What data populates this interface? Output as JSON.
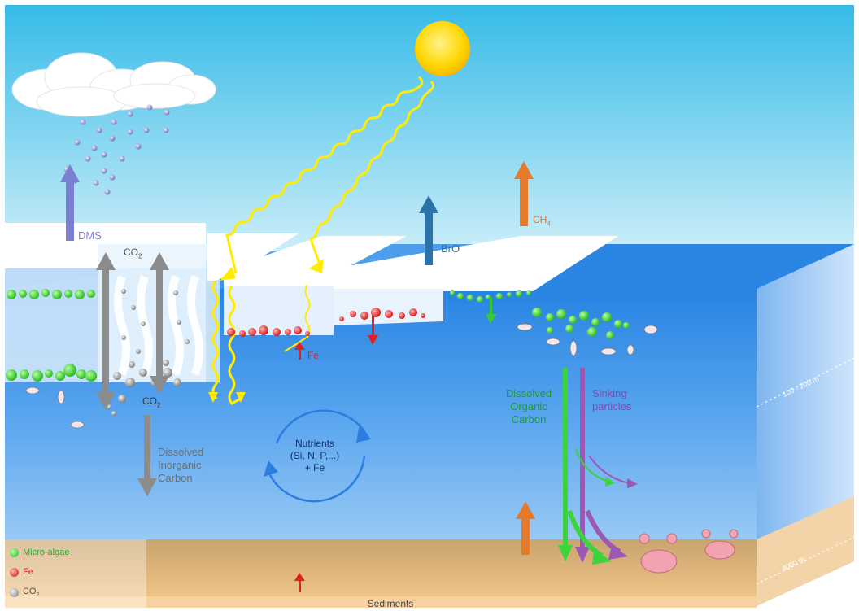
{
  "labels": {
    "dms": "DMS",
    "co2_top": "CO",
    "co2_top_sub": "2",
    "co2_bottom": "CO",
    "co2_bottom_sub": "2",
    "dic": [
      "Dissolved",
      "Inorganic",
      "Carbon"
    ],
    "fe": "Fe",
    "bro": "BrO",
    "ch4": "CH",
    "ch4_sub": "4",
    "nutrients": [
      "Nutrients",
      "(Si, N, P,...)",
      "+ Fe"
    ],
    "doc": [
      "Dissolved",
      "Organic",
      "Carbon"
    ],
    "sinking": [
      "Sinking",
      "particles"
    ],
    "depth_shallow": "100 - 200 m",
    "depth_deep": "4000 m",
    "sediments": "Sediments"
  },
  "legend": [
    {
      "label": "Micro-algae",
      "color": "#33cc33",
      "text_color": "#2fa82f",
      "icon": "micro-algae-dot-icon"
    },
    {
      "label": "Fe",
      "color": "#e32020",
      "text_color": "#e32020",
      "icon": "fe-dot-icon"
    },
    {
      "label": "CO",
      "sub": "2",
      "color": "#8a8a8a",
      "text_color": "#555555",
      "icon": "co2-dot-icon"
    }
  ],
  "colors": {
    "sky_top": "#39bde9",
    "sky_bottom": "#c5ecf8",
    "ocean": "#2d86e0",
    "sediment": "#f2c17d",
    "dms_arrow": "#7b7fd1",
    "co2_arrow": "#888888",
    "bro_arrow": "#2a72a8",
    "ch4_arrow": "#e57a2a",
    "doc_arrow": "#3bd43b",
    "sinking_arrow": "#9b59b6",
    "fe_arrow": "#e02020",
    "sun": "#ffd400"
  }
}
